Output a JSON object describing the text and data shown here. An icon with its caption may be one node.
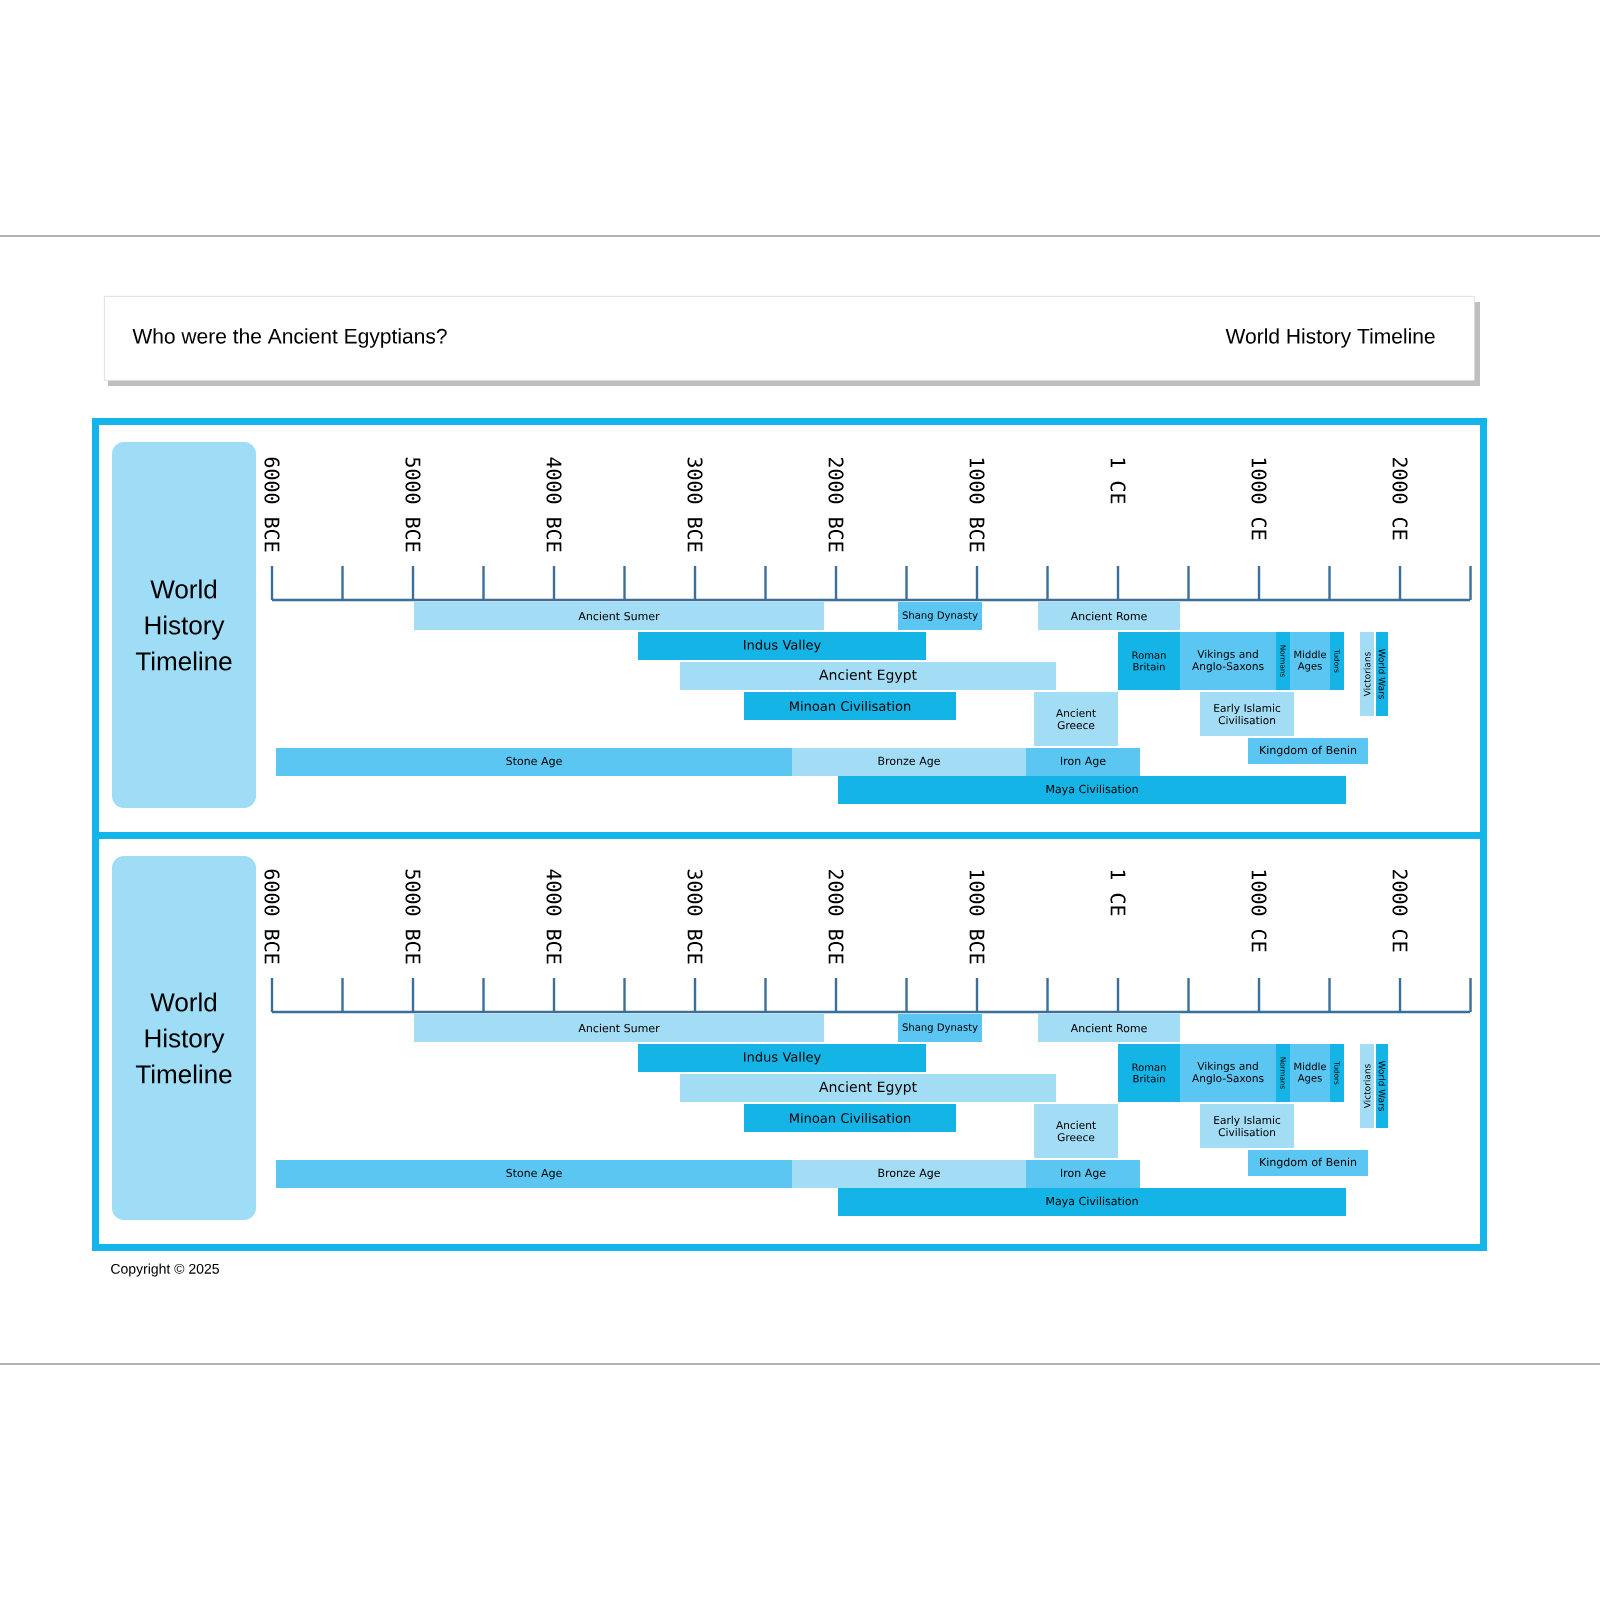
{
  "diagram": {
    "nodes": [
      {
        "text": [
          "Who were the Ancient Egyptians?",
          "World History Timeline"
        ]
      },
      {
        "text": [],
        "shape": "box"
      },
      {
        "text": [
          "World History Timeline"
        ],
        "in": 1
      },
      {
        "text": [
          "Ancient Sumer"
        ],
        "in": 1
      },
      {
        "text": [
          "Shang Dynasty"
        ],
        "in": 1
      },
      {
        "text": [
          "Ancient Rome"
        ],
        "in": 1
      },
      {
        "text": [
          "Indus Valley"
        ],
        "in": 1
      },
      {
        "text": [
          "Roman Britain"
        ],
        "in": 1
      },
      {
        "text": [
          "Vikings and Anglo-Saxons"
        ],
        "in": 1
      },
      {
        "text": [
          "Normans"
        ],
        "in": 1
      },
      {
        "text": [
          "Middle Ages"
        ],
        "in": 1
      },
      {
        "text": [
          "Tudors"
        ],
        "in": 1
      },
      {
        "text": [
          "Victorians"
        ],
        "in": 1
      },
      {
        "text": [
          "World Wars"
        ],
        "in": 1
      },
      {
        "text": [
          "Ancient Egypt"
        ],
        "in": 1
      },
      {
        "text": [
          "Minoan Civilisation"
        ],
        "in": 1
      },
      {
        "text": [
          "Ancient Greece"
        ],
        "in": 1
      },
      {
        "text": [
          "Early Islamic Civilisation"
        ],
        "in": 1
      },
      {
        "text": [
          "Kingdom of Benin"
        ],
        "in": 1
      },
      {
        "text": [
          "Stone Age"
        ],
        "in": 1
      },
      {
        "text": [
          "Bronze Age"
        ],
        "in": 1
      },
      {
        "text": [
          "Iron Age"
        ],
        "in": 1
      },
      {
        "text": [
          "Maya Civilisation"
        ],
        "in": 1
      },
      {
        "text": [],
        "shape": "box"
      },
      {
        "text": [
          "World History Timeline"
        ],
        "in": 23
      },
      {
        "text": [
          "Ancient Sumer"
        ],
        "in": 23
      },
      {
        "text": [
          "Shang Dynasty"
        ],
        "in": 23
      },
      {
        "text": [
          "Ancient Rome"
        ],
        "in": 23
      },
      {
        "text": [
          "Indus Valley"
        ],
        "in": 23
      },
      {
        "text": [
          "Roman Britain"
        ],
        "in": 23
      },
      {
        "text": [
          "Vikings and Anglo-Saxons"
        ],
        "in": 23
      },
      {
        "text": [
          "Normans"
        ],
        "in": 23
      },
      {
        "text": [
          "Middle Ages"
        ],
        "in": 23
      },
      {
        "text": [
          "Tudors"
        ],
        "in": 23
      },
      {
        "text": [
          "Victorians"
        ],
        "in": 23
      },
      {
        "text": [
          "World Wars"
        ],
        "in": 23
      },
      {
        "text": [
          "Ancient Egypt"
        ],
        "in": 23
      },
      {
        "text": [
          "Minoan Civilisation"
        ],
        "in": 23
      },
      {
        "text": [
          "Ancient Greece"
        ],
        "in": 23
      },
      {
        "text": [
          "Early Islamic Civilisation"
        ],
        "in": 23
      },
      {
        "text": [
          "Kingdom of Benin"
        ],
        "in": 23
      },
      {
        "text": [
          "Stone Age"
        ],
        "in": 23
      },
      {
        "text": [
          "Bronze Age"
        ],
        "in": 23
      },
      {
        "text": [
          "Iron Age"
        ],
        "in": 23
      },
      {
        "text": [
          "Maya Civilisation"
        ],
        "in": 23
      }
    ],
    "labels": [
      "6000 BCE",
      "5000 BCE",
      "4000 BCE",
      "3000 BCE",
      "2000 BCE",
      "1000 BCE",
      "1 CE",
      "1000 CE",
      "2000 CE",
      "6000 BCE",
      "5000 BCE",
      "4000 BCE",
      "3000 BCE",
      "2000 BCE",
      "1000 BCE",
      "1 CE",
      "1000 CE",
      "2000 CE",
      "Copyright © 2025"
    ]
  }
}
